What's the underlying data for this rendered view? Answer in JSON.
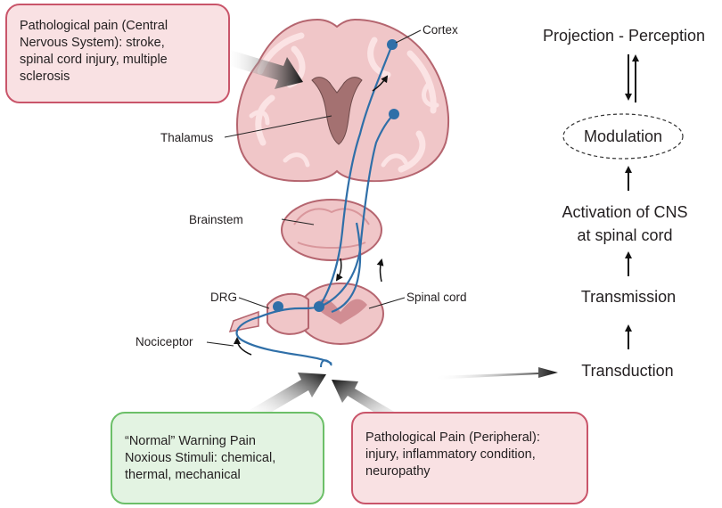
{
  "callouts": {
    "cns": {
      "lines": [
        "Pathological pain (Central",
        "Nervous System): stroke,",
        "spinal cord injury, multiple",
        "sclerosis"
      ]
    },
    "normal": {
      "lines": [
        "“Normal” Warning Pain",
        "Noxious Stimuli: chemical,",
        "thermal, mechanical"
      ]
    },
    "peripheral": {
      "lines": [
        "Pathological Pain (Peripheral):",
        "injury, inflammatory condition,",
        "neuropathy"
      ]
    }
  },
  "anatomy_labels": {
    "cortex": "Cortex",
    "thalamus": "Thalamus",
    "brainstem": "Brainstem",
    "drg": "DRG",
    "spinal_cord": "Spinal cord",
    "nociceptor": "Nociceptor"
  },
  "pathway": {
    "projection": "Projection - Perception",
    "modulation": "Modulation",
    "activation_line1": "Activation of CNS",
    "activation_line2": "at spinal cord",
    "transmission": "Transmission",
    "transduction": "Transduction"
  },
  "colors": {
    "tissue_fill": "#f0c6c8",
    "tissue_stroke": "#b5656f",
    "neuron": "#2f6fa8",
    "red_box_border": "#c9556a",
    "green_box_border": "#6cbf68"
  }
}
